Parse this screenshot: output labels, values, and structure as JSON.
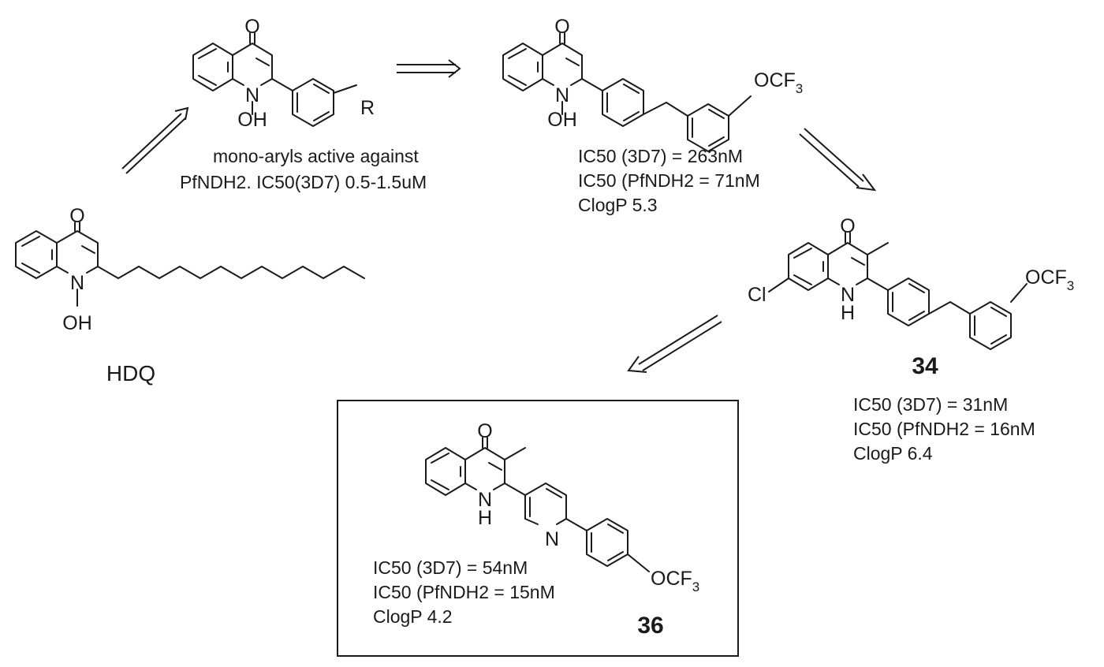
{
  "atoms": {
    "oxygen": "O",
    "nitrogen": "N",
    "nh_h": "H",
    "n_hydroxy": "OH",
    "r_group": "R",
    "chlorine": "Cl",
    "ocf3": "OCF",
    "subscript_3": "3"
  },
  "compounds": {
    "hdq": {
      "label": "HDQ"
    },
    "mono_aryl": {
      "line1": "mono-aryls active against",
      "line2": "PfNDH2. IC50(3D7) 0.5-1.5uM"
    },
    "bisaryl": {
      "ic50_3d7": "IC50 (3D7) = 263nM",
      "ic50_pfndh2": "IC50 (PfNDH2 = 71nM",
      "clogp": "ClogP 5.3"
    },
    "c34": {
      "number": "34",
      "ic50_3d7": "IC50 (3D7) = 31nM",
      "ic50_pfndh2": "IC50 (PfNDH2 = 16nM",
      "clogp": "ClogP 6.4"
    },
    "c36": {
      "number": "36",
      "ic50_3d7": "IC50 (3D7) = 54nM",
      "ic50_pfndh2": "IC50 (PfNDH2 = 15nM",
      "clogp": "ClogP 4.2"
    }
  }
}
